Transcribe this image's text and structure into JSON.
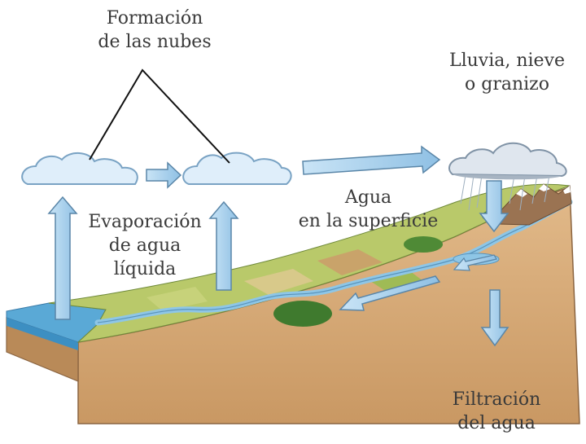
{
  "labels": {
    "cloud_formation": [
      "Formación",
      "de las nubes"
    ],
    "precipitation": [
      "Lluvia, nieve",
      "o granizo"
    ],
    "evaporation": [
      "Evaporación",
      "de agua",
      "líquida"
    ],
    "surface_water": [
      "Agua",
      "en la superficie"
    ],
    "filtration": [
      "Filtración",
      "del agua"
    ]
  },
  "colors": {
    "arrow_fill": "#a9d2ee",
    "arrow_stroke": "#5a86a8",
    "cloud_fill": "#dfeefa",
    "cloud_stroke": "#7aa3c4",
    "rain_cloud": "#a7b4c2",
    "sea": "#5aa9d6",
    "soil": "#d9ae7b",
    "meadow": "#b9c96a",
    "river": "#8ec6e6",
    "forest": "#3f7a2e",
    "mountain": "#9a7352"
  }
}
